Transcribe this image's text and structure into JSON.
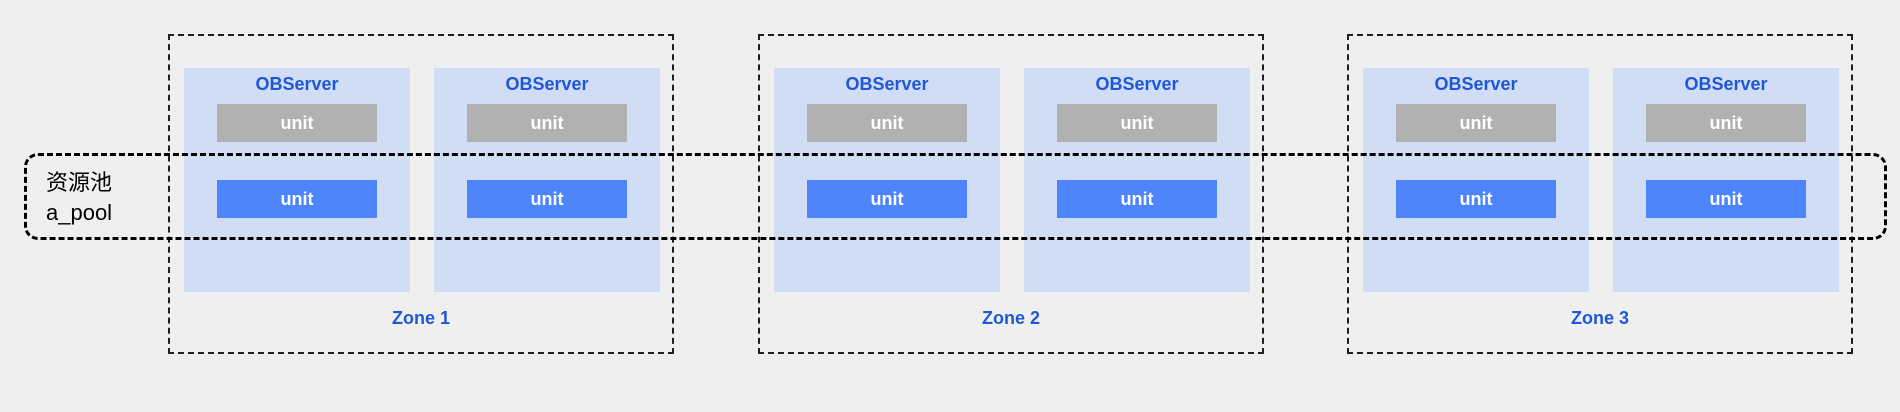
{
  "resource_pool": {
    "label_cn": "资源池",
    "label_en": "a_pool"
  },
  "zones": [
    {
      "label": "Zone 1",
      "servers": [
        {
          "title": "OBServer",
          "units": [
            "unit",
            "unit"
          ]
        },
        {
          "title": "OBServer",
          "units": [
            "unit",
            "unit"
          ]
        }
      ]
    },
    {
      "label": "Zone 2",
      "servers": [
        {
          "title": "OBServer",
          "units": [
            "unit",
            "unit"
          ]
        },
        {
          "title": "OBServer",
          "units": [
            "unit",
            "unit"
          ]
        }
      ]
    },
    {
      "label": "Zone 3",
      "servers": [
        {
          "title": "OBServer",
          "units": [
            "unit",
            "unit"
          ]
        },
        {
          "title": "OBServer",
          "units": [
            "unit",
            "unit"
          ]
        }
      ]
    }
  ],
  "colors": {
    "background": "#efefef",
    "server_fill": "#d0ddf5",
    "label_blue": "#1f57d6",
    "unit_gray": "#b1b1b1",
    "unit_blue": "#4d84fa",
    "outline": "#000000"
  }
}
